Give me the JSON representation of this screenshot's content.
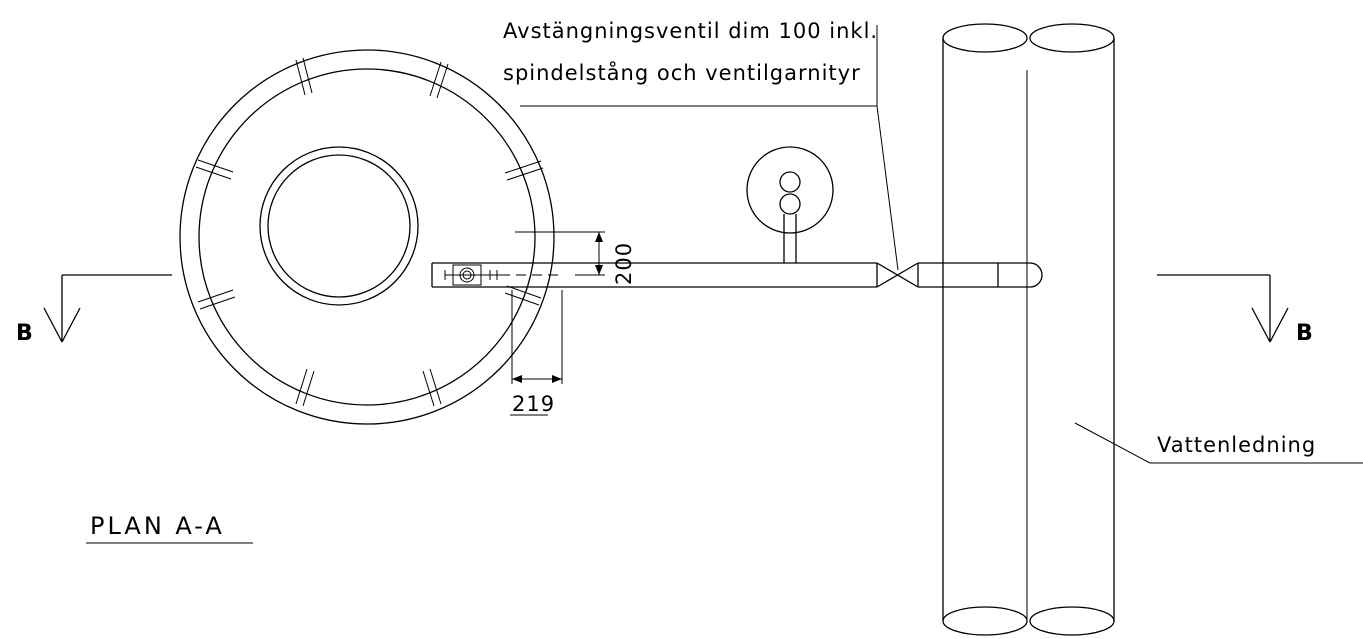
{
  "labels": {
    "valve_line1": "Avstängningsventil dim 100 inkl.",
    "valve_line2": "spindelstång och ventilgarnityr",
    "water_main": "Vattenledning",
    "plan_title": "PLAN A-A",
    "section_left": "B",
    "section_right": "B"
  },
  "dimensions": {
    "vertical": "200",
    "horizontal": "219"
  }
}
